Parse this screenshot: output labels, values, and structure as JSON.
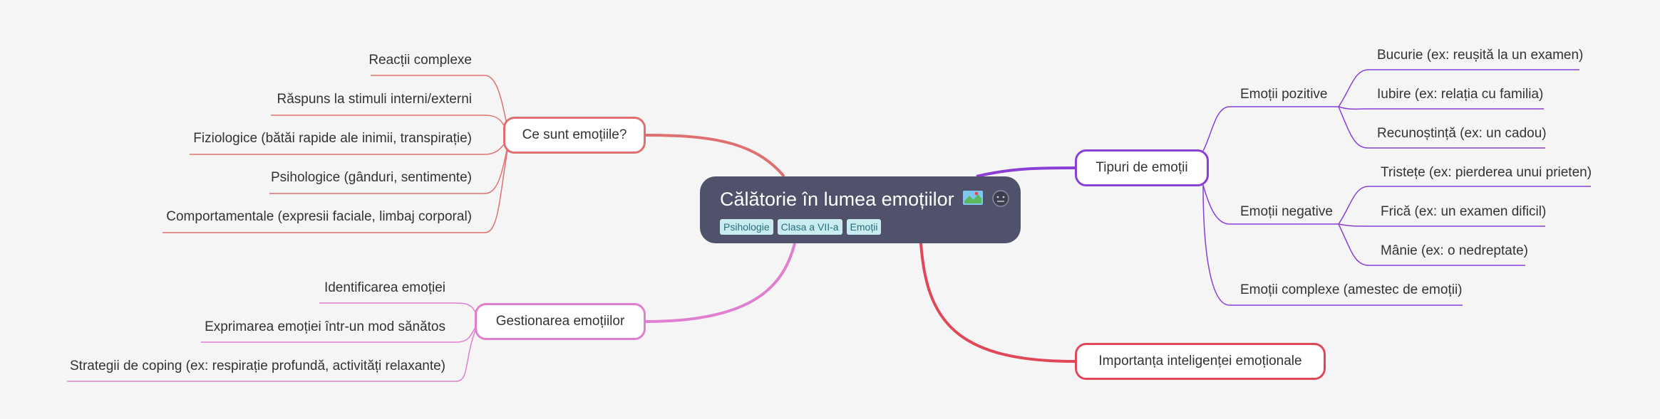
{
  "root": {
    "title": "Călătorie în lumea emoțiilor",
    "icons": [
      "map-icon",
      "neutral-face-icon"
    ],
    "tags": [
      "Psihologie",
      "Clasa a VII-a",
      "Emoții"
    ]
  },
  "branches": {
    "ce_sunt": {
      "label": "Ce sunt emoțiile?",
      "color": "#e07070",
      "children": [
        "Reacții complexe",
        "Răspuns la stimuli interni/externi",
        "Fiziologice (bătăi rapide ale inimii, transpirație)",
        "Psihologice (gânduri, sentimente)",
        "Comportamentale (expresii faciale, limbaj corporal)"
      ]
    },
    "gestionarea": {
      "label": "Gestionarea emoțiilor",
      "color": "#e07fd0",
      "children": [
        "Identificarea emoției",
        "Exprimarea emoției într-un mod sănătos",
        "Strategii de coping (ex: respirație profundă, activități relaxante)"
      ]
    },
    "tipuri": {
      "label": "Tipuri de emoții",
      "color": "#8a3fd8",
      "groups": [
        {
          "label": "Emoții pozitive",
          "children": [
            "Bucurie (ex: reușită la un examen)",
            "Iubire (ex: relația cu familia)",
            "Recunoștință (ex: un cadou)"
          ]
        },
        {
          "label": "Emoții negative",
          "children": [
            "Tristețe (ex: pierderea unui prieten)",
            "Frică (ex: un examen dificil)",
            "Mânie (ex: o nedreptate)"
          ]
        },
        {
          "label": "Emoții complexe (amestec de emoții)",
          "children": []
        }
      ]
    },
    "importanta": {
      "label": "Importanța inteligenței emoționale",
      "color": "#e04858"
    }
  }
}
